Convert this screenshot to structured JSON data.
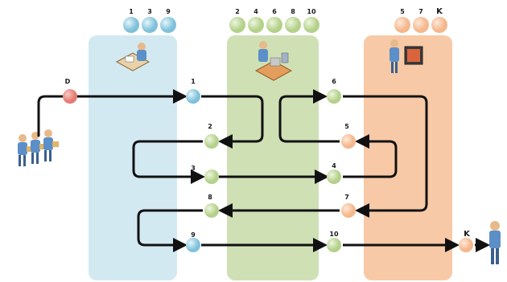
{
  "colors": {
    "lane_blue": "#d3e9f2",
    "lane_green": "#cfe0b5",
    "lane_orange": "#f8c9a6",
    "node_blue": "#7fc1da",
    "node_green": "#b4d18a",
    "node_orange": "#f5b78c",
    "node_red": "#e57b73",
    "flow_line": "#111111"
  },
  "lanes": [
    {
      "id": "blue",
      "icon": "desk-worker-icon",
      "header_labels": [
        "1",
        "3",
        "9"
      ]
    },
    {
      "id": "green",
      "icon": "assembly-station-icon",
      "header_labels": [
        "2",
        "4",
        "6",
        "8",
        "10"
      ]
    },
    {
      "id": "orange",
      "icon": "monitor-operator-icon",
      "header_labels": [
        "5",
        "7",
        "K"
      ]
    }
  ],
  "start": {
    "label": "D",
    "icon": "customer-group-icon"
  },
  "end": {
    "label": "K",
    "icon": "recipient-person-icon"
  },
  "steps": [
    {
      "label": "1",
      "lane": "blue"
    },
    {
      "label": "2",
      "lane": "green"
    },
    {
      "label": "3",
      "lane": "green"
    },
    {
      "label": "4",
      "lane": "green"
    },
    {
      "label": "5",
      "lane": "orange"
    },
    {
      "label": "6",
      "lane": "green"
    },
    {
      "label": "7",
      "lane": "orange"
    },
    {
      "label": "8",
      "lane": "green"
    },
    {
      "label": "9",
      "lane": "blue"
    },
    {
      "label": "10",
      "lane": "green"
    }
  ]
}
